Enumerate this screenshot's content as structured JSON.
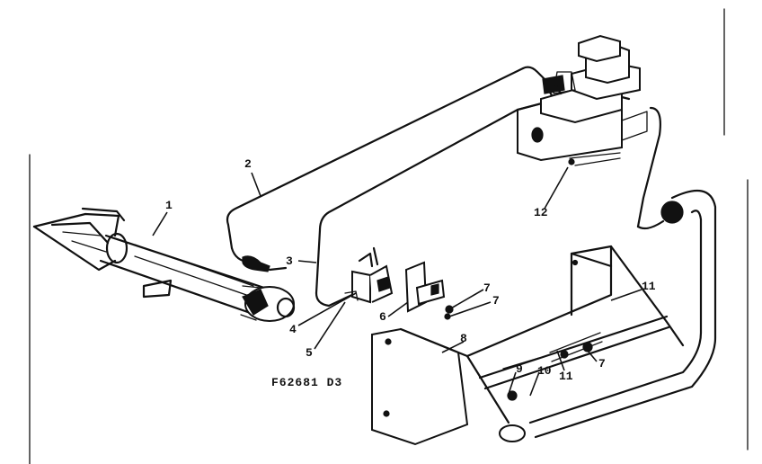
{
  "figure_id": "F62681 D3",
  "callouts": [
    "1",
    "2",
    "3",
    "4",
    "5",
    "6",
    "7",
    "7",
    "8",
    "9",
    "10",
    "11",
    "11",
    "7",
    "12"
  ]
}
